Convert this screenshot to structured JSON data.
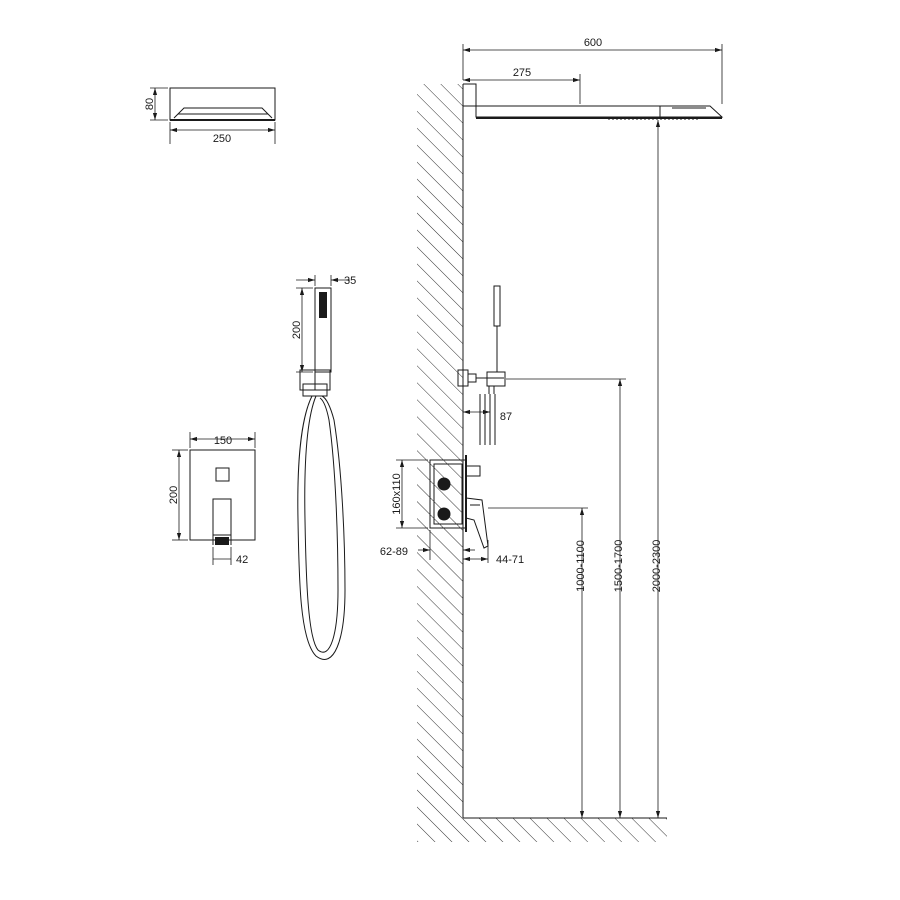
{
  "dimensions": {
    "head_height": "80",
    "head_depth": "250",
    "arm_total": "600",
    "arm_offset": "275",
    "hand_width": "35",
    "hand_length": "200",
    "plate_width": "150",
    "plate_height": "200",
    "lever_width": "42",
    "holder_offset": "87",
    "box_size": "160x110",
    "box_depth": "62-89",
    "lever_depth": "44-71",
    "mixer_height": "1000-1100",
    "holder_height": "1500-1700",
    "head_mount_height": "2000-2300"
  }
}
